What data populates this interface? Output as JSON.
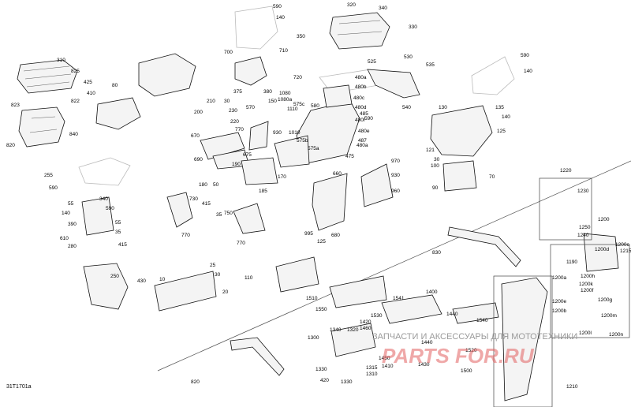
{
  "diagram": {
    "code": "31T1701a",
    "watermark": {
      "text": "ЗАПЧАСТИ И АКСЕССУАРЫ ДЛЯ МОТОТЕХНИКИ",
      "logo": "PARTS FOR.RU"
    },
    "callouts": [
      "590",
      "140",
      "320",
      "340",
      "350",
      "330",
      "310",
      "825",
      "425",
      "410",
      "822",
      "823",
      "820",
      "840",
      "80",
      "700",
      "710",
      "720",
      "375",
      "380",
      "570",
      "150",
      "530",
      "525",
      "535",
      "590",
      "140",
      "480a",
      "480b",
      "480c",
      "480d",
      "480f",
      "485",
      "480e",
      "480a",
      "487",
      "590",
      "1080",
      "1080a",
      "1110",
      "575c",
      "580",
      "1010",
      "575b",
      "575a",
      "475",
      "540",
      "210",
      "30",
      "200",
      "230",
      "220",
      "770",
      "670",
      "930",
      "690",
      "190",
      "675",
      "170",
      "185",
      "130",
      "135",
      "140",
      "125",
      "121",
      "30",
      "100",
      "70",
      "90",
      "255",
      "590",
      "55",
      "340",
      "140",
      "590",
      "390",
      "55",
      "35",
      "610",
      "280",
      "415",
      "180",
      "50",
      "730",
      "415",
      "35",
      "770",
      "750",
      "770",
      "660",
      "680",
      "970",
      "930",
      "960",
      "995",
      "125",
      "1220",
      "1230",
      "1250",
      "1240",
      "1200",
      "1200c",
      "1215",
      "1200d",
      "1190",
      "1200a",
      "1200k",
      "1200h",
      "1200f",
      "1200e",
      "1200g",
      "1200b",
      "1200m",
      "1200n",
      "1200l",
      "830",
      "110",
      "25",
      "30",
      "20",
      "10",
      "250",
      "430",
      "1400",
      "1541",
      "1550",
      "1510",
      "1530",
      "1420",
      "1460",
      "1440",
      "1540",
      "1520",
      "1500",
      "1410",
      "1450",
      "1430",
      "1440",
      "1340",
      "1320",
      "1300",
      "1330",
      "1315",
      "1310",
      "420",
      "1330",
      "820",
      "1210"
    ]
  }
}
